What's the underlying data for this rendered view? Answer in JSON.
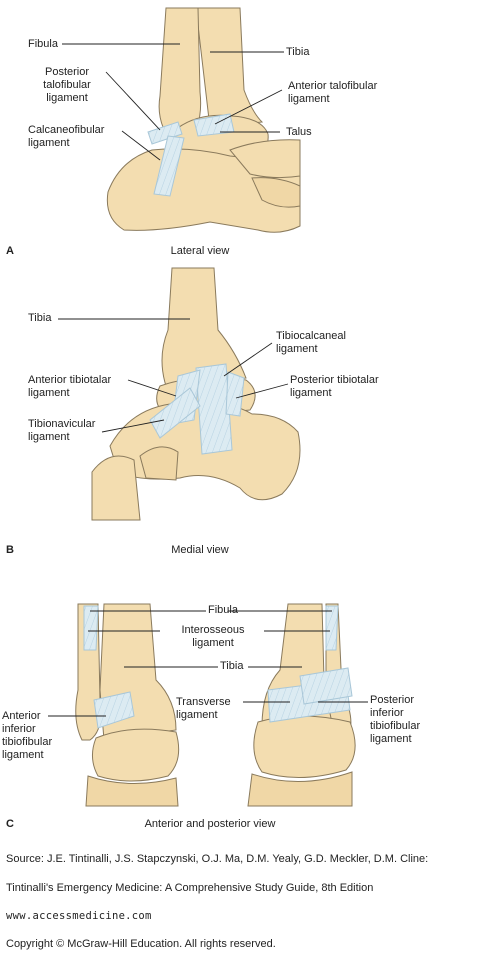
{
  "panels": [
    {
      "letter": "A",
      "caption": "Lateral view"
    },
    {
      "letter": "B",
      "caption": "Medial view"
    },
    {
      "letter": "C",
      "caption": "Anterior and posterior view"
    }
  ],
  "labels": {
    "a_fibula": "Fibula",
    "a_tibia": "Tibia",
    "a_post_talofibular": "Posterior\ntalofibular\nligament",
    "a_ant_talofibular": "Anterior talofibular\nligament",
    "a_calcaneofibular": "Calcaneofibular\nligament",
    "a_talus": "Talus",
    "b_tibia": "Tibia",
    "b_tibiocalcaneal": "Tibiocalcaneal\nligament",
    "b_ant_tibiotalar": "Anterior tibiotalar\nligament",
    "b_post_tibiotalar": "Posterior tibiotalar\nligament",
    "b_tibionavicular": "Tibionavicular\nligament",
    "c_fibula": "Fibula",
    "c_interosseous": "Interosseous\nligament",
    "c_tibia": "Tibia",
    "c_transverse": "Transverse\nligament",
    "c_ant_inf_tibiofibular": "Anterior\ninferior\ntibiofibular\nligament",
    "c_post_inf_tibiofibular": "Posterior\ninferior\ntibiofibular\nligament"
  },
  "source": {
    "line1": "Source: J.E. Tintinalli, J.S. Stapczynski, O.J. Ma, D.M. Yealy, G.D. Meckler, D.M. Cline:",
    "line2": "Tintinalli's Emergency Medicine: A Comprehensive Study Guide, 8th Edition",
    "line3": "www.accessmedicine.com",
    "line4": "Copyright © McGraw-Hill Education.  All rights reserved."
  },
  "colors": {
    "bone": "#f3ddb0",
    "bone_stroke": "#8a7a5c",
    "ligament": "#dcebf2",
    "ligament_stroke": "#a9c7d8"
  }
}
